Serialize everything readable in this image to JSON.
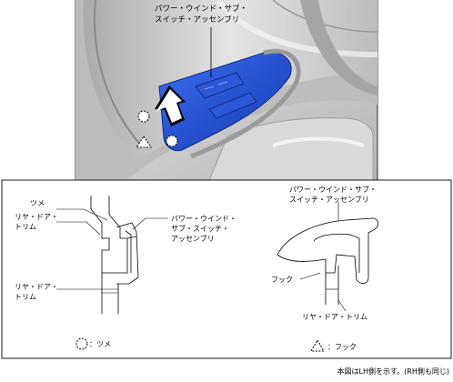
{
  "photo": {
    "callout_line1": "パワー・ウインド・サブ・",
    "callout_line2": "スイッチ・アッセンブリ"
  },
  "detail": {
    "left": {
      "tsume_label": "ツメ",
      "rear_door_trim_top_1": "リヤ・ドア・",
      "rear_door_trim_top_2": "トリム",
      "switch_line1": "パワー・ウインド・",
      "switch_line2": "サブ・スイッチ・",
      "switch_line3": "アッセンブリ",
      "rear_door_trim_bottom_1": "リヤ・ドア・",
      "rear_door_trim_bottom_2": "トリム"
    },
    "right": {
      "switch_line1": "パワー・ウインド・サブ・",
      "switch_line2": "スイッチ・アッセンブリ",
      "hook_label": "フック",
      "rear_door_trim": "リヤ・ドア・トリム"
    },
    "legend": {
      "circle_label": "：ツメ",
      "triangle_label": "：フック"
    }
  },
  "footnote": "本図はLH側を示す。(RH側も同じ)",
  "colors": {
    "switch_blue": "#1e4fd6",
    "door_gray": "#c8c8c8"
  },
  "icons": {
    "arrow": "up-arrow-icon",
    "claw_marker": "dashed-circle-icon",
    "hook_marker": "dashed-triangle-icon"
  }
}
